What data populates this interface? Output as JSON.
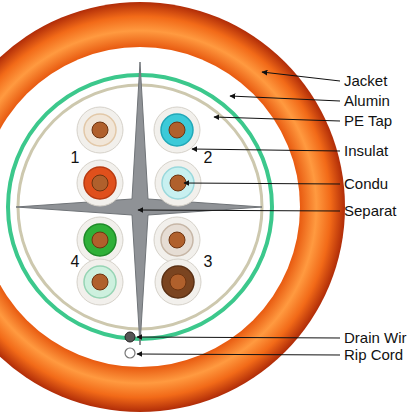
{
  "diagram": {
    "labels": [
      "Jacket",
      "Alumin",
      "PE Tap",
      "1",
      "2",
      "Insulat",
      "Condu",
      "Separat",
      "4",
      "3",
      "Drain Wir",
      "Rip Cord"
    ]
  }
}
